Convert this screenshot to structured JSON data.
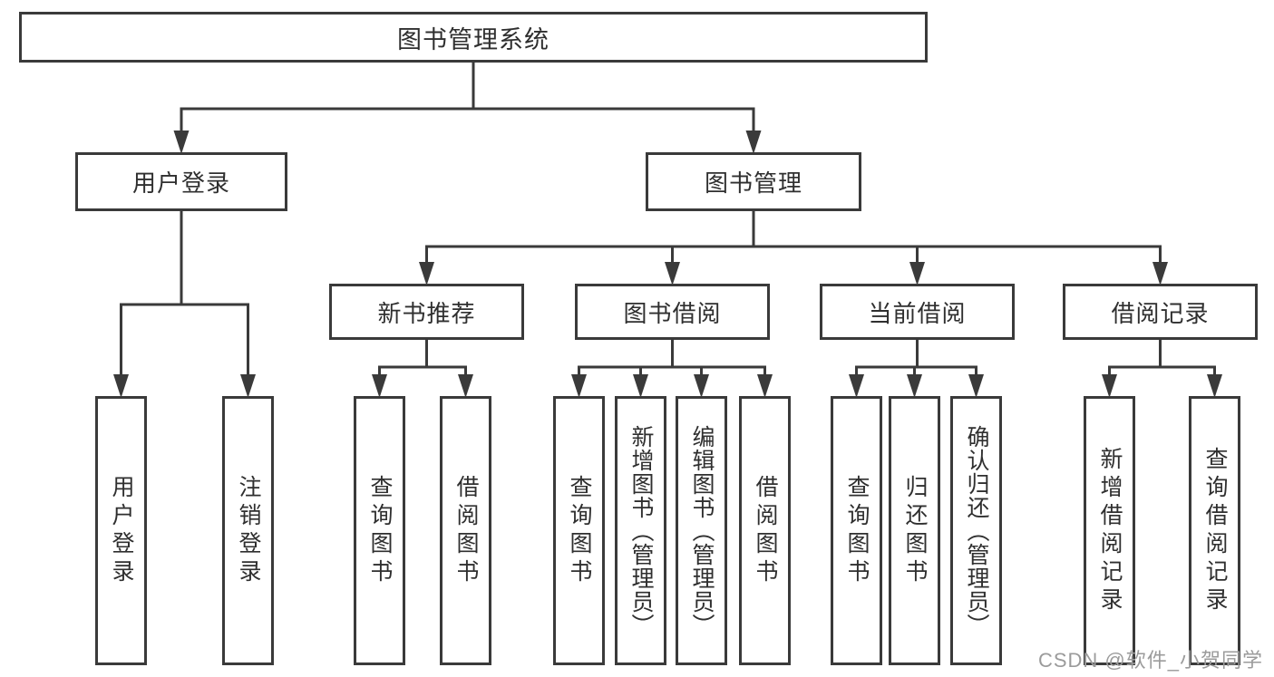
{
  "colors": {
    "background": "#ffffff",
    "line": "#3a3a3a",
    "box_border": "#3a3a3a",
    "text": "#2f2f2f",
    "watermark": "#9b9b9b"
  },
  "tree": {
    "label": "图书管理系统",
    "children": [
      {
        "label": "用户登录",
        "children": [
          {
            "label": "用户登录"
          },
          {
            "label": "注销登录"
          }
        ]
      },
      {
        "label": "图书管理",
        "children": [
          {
            "label": "新书推荐",
            "children": [
              {
                "label": "查询图书"
              },
              {
                "label": "借阅图书"
              }
            ]
          },
          {
            "label": "图书借阅",
            "children": [
              {
                "label": "查询图书"
              },
              {
                "label": "新增图书（管理员）"
              },
              {
                "label": "编辑图书（管理员）"
              },
              {
                "label": "借阅图书"
              }
            ]
          },
          {
            "label": "当前借阅",
            "children": [
              {
                "label": "查询图书"
              },
              {
                "label": "归还图书"
              },
              {
                "label": "确认归还（管理员）"
              }
            ]
          },
          {
            "label": "借阅记录",
            "children": [
              {
                "label": "新增借阅记录"
              },
              {
                "label": "查询借阅记录"
              }
            ]
          }
        ]
      }
    ]
  },
  "watermark": {
    "text": "CSDN @软件_小贺同学"
  }
}
